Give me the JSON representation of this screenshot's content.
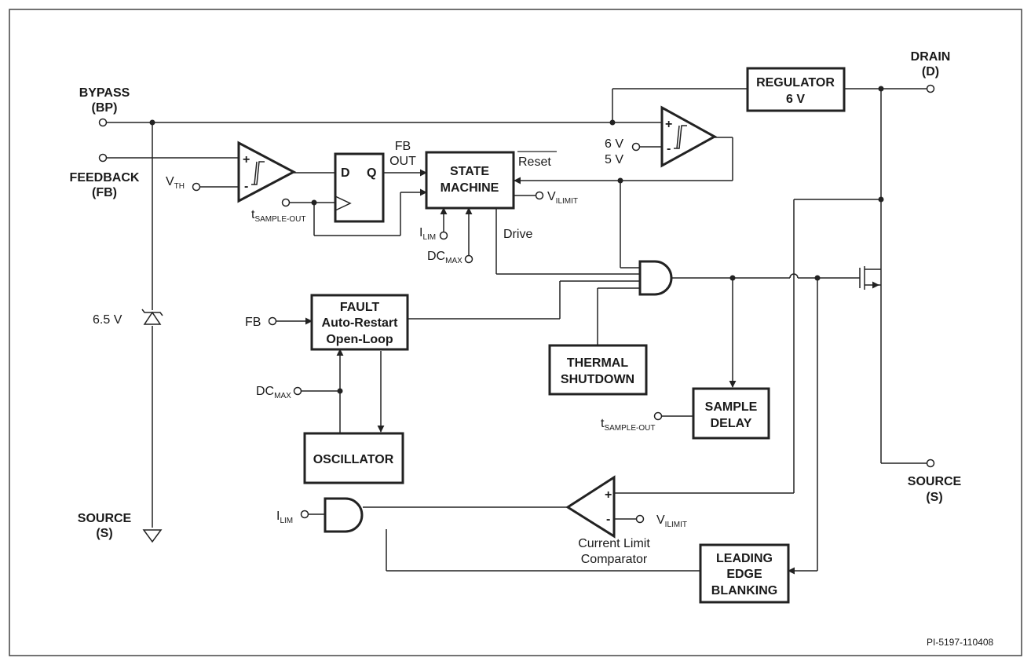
{
  "pins": {
    "bypass": [
      "BYPASS",
      "(BP)"
    ],
    "feedback": [
      "FEEDBACK",
      "(FB)"
    ],
    "drain": [
      "DRAIN",
      "(D)"
    ],
    "source_left": [
      "SOURCE",
      "(S)"
    ],
    "source_right": [
      "SOURCE",
      "(S)"
    ]
  },
  "blocks": {
    "regulator": [
      "REGULATOR",
      "6 V"
    ],
    "state_machine": [
      "STATE",
      "MACHINE"
    ],
    "fault": [
      "FAULT",
      "Auto-Restart",
      "Open-Loop"
    ],
    "oscillator": [
      "OSCILLATOR"
    ],
    "thermal": [
      "THERMAL",
      "SHUTDOWN"
    ],
    "sample_delay": [
      "SAMPLE",
      "DELAY"
    ],
    "leb": [
      "LEADING",
      "EDGE",
      "BLANKING"
    ]
  },
  "flipflop": {
    "d": "D",
    "q": "Q"
  },
  "labels": {
    "fb_out": [
      "FB",
      "OUT"
    ],
    "reset": "Reset",
    "drive": "Drive",
    "v6": "6 V",
    "v5": "5 V",
    "zener": "6.5 V",
    "fb_in": "FB",
    "cl_comp": [
      "Current Limit",
      "Comparator"
    ],
    "plus": "+",
    "minus": "-",
    "ref_id": "PI-5197-110408"
  },
  "signals": {
    "vth": {
      "main": "V",
      "sub": "TH"
    },
    "t_sample_1": {
      "main": "t",
      "sub": "SAMPLE-OUT"
    },
    "t_sample_2": {
      "main": "t",
      "sub": "SAMPLE-OUT"
    },
    "ilim_1": {
      "main": "I",
      "sub": "LIM"
    },
    "ilim_2": {
      "main": "I",
      "sub": "LIM"
    },
    "dcmax_1": {
      "main": "DC",
      "sub": "MAX"
    },
    "dcmax_2": {
      "main": "DC",
      "sub": "MAX"
    },
    "vilimit_1": {
      "main": "V",
      "sub": "ILIMIT"
    },
    "vilimit_2": {
      "main": "V",
      "sub": "ILIMIT"
    }
  }
}
